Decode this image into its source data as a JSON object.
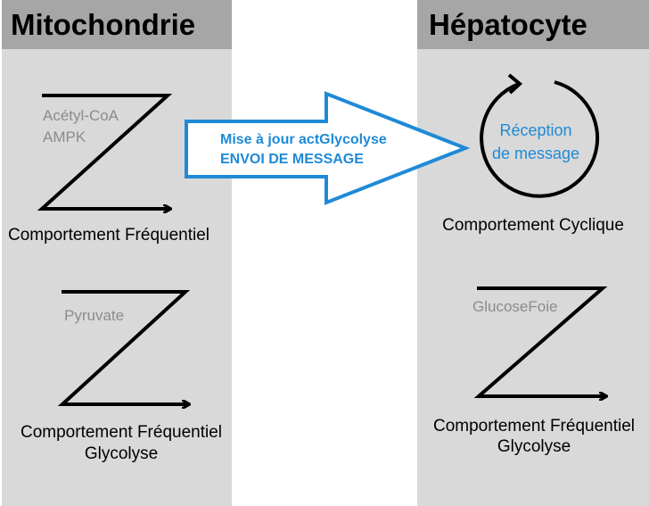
{
  "left_panel": {
    "title": "Mitochondrie",
    "blocks": [
      {
        "variables": [
          "Acétyl-CoA",
          "AMPK"
        ],
        "labels": [
          "Comportement Fréquentiel"
        ]
      },
      {
        "variables": [
          "Pyruvate"
        ],
        "labels": [
          "Comportement Fréquentiel",
          "Glycolyse"
        ]
      }
    ]
  },
  "message_arrow": {
    "lines": [
      "Mise à jour actGlycolyse",
      "ENVOI DE MESSAGE"
    ]
  },
  "right_panel": {
    "title": "Hépatocyte",
    "cycle": {
      "lines": [
        "Réception",
        "de message"
      ],
      "label": "Comportement Cyclique"
    },
    "block": {
      "variables": [
        "GlucoseFoie"
      ],
      "labels": [
        "Comportement Fréquentiel",
        "Glycolyse"
      ]
    }
  },
  "colors": {
    "panel_bg": "#d9d9d9",
    "header_bg": "#a6a6a6",
    "accent_blue": "#1f8ad6",
    "variable_gray": "#8c8c8c"
  }
}
